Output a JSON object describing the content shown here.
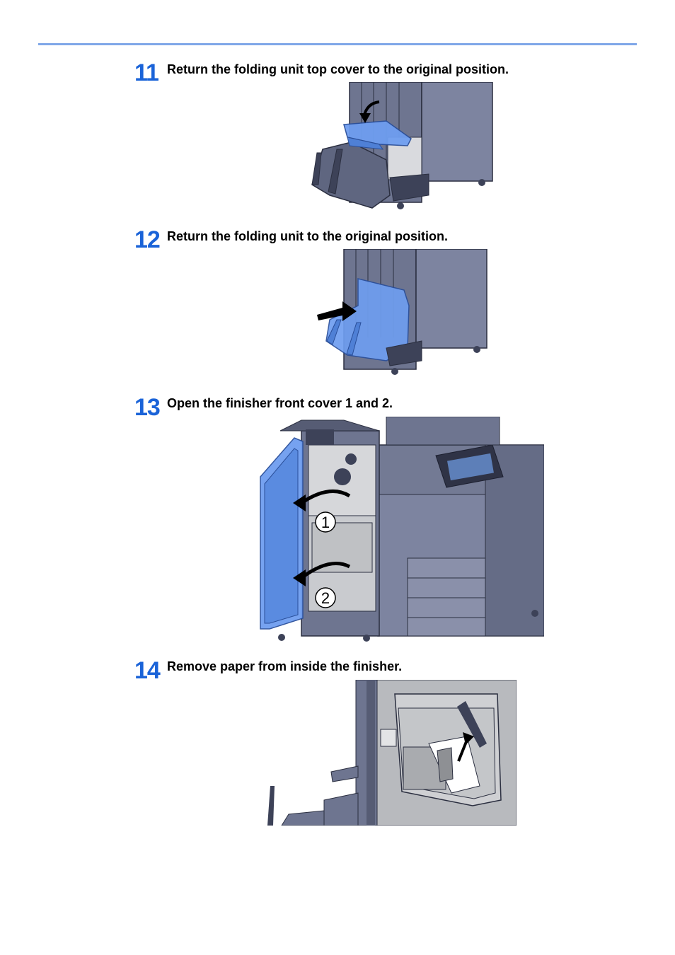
{
  "steps": [
    {
      "number": "11",
      "text": "Return the folding unit top cover to the original position."
    },
    {
      "number": "12",
      "text": "Return the folding unit to the original position."
    },
    {
      "number": "13",
      "text": "Open the finisher front cover 1 and 2."
    },
    {
      "number": "14",
      "text": "Remove paper from inside the finisher."
    }
  ],
  "callouts": {
    "cover1": "1",
    "cover2": "2"
  },
  "colors": {
    "accent": "#1a63d8",
    "rule": "#7fa7e8",
    "machine": "#6e7590",
    "machine_dark": "#3d4258",
    "highlight_blue": "#6f9ef0",
    "interior_gray": "#bfc1c4"
  }
}
